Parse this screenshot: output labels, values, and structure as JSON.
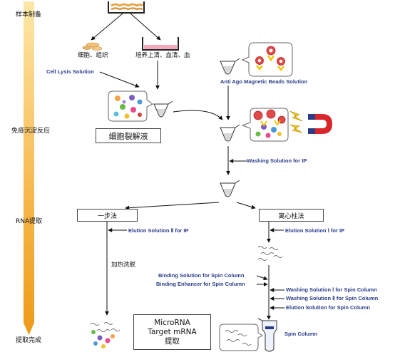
{
  "stages": {
    "sample_prep": "样本制备",
    "immunoprecipitation": "免疫沉淀反应",
    "rna_extraction": "RNA提取",
    "extraction_done": "提取完成"
  },
  "sources": {
    "cells_tissue": "细胞、组织",
    "culture_supernatant": "培养上清、血清、血"
  },
  "reagents": {
    "cell_lysis": "Cell Lysis Solution",
    "anti_ago_beads": "Anti Ago Magnetic Beads Solution",
    "washing_ip": "Washing Solution for IP",
    "elution_2_ip_left": "Elution Solution Ⅱ for IP",
    "elution_1_ip": "Elution Solution Ⅰ for IP",
    "binding_spin": "Binding Solution for Spin Column",
    "binding_enhancer_spin": "Binding Enhancer for Spin Column",
    "washing_1_spin": "Washing Solution Ⅰ for Spin Column",
    "washing_2_spin": "Washing Solution Ⅱ for Spin Column",
    "elution_spin": "Elution Solution for Spin Column",
    "spin_column": "Spin Column"
  },
  "boxes": {
    "cell_lysate": "细胞裂解液",
    "one_step": "一步法",
    "spin_method": "离心柱法",
    "final_line1": "MicroRNA",
    "final_line2": "Target mRNA",
    "final_line3": "提取"
  },
  "notes": {
    "heat_elution": "加热洗脱"
  },
  "colors": {
    "bar_top": "#fce4a0",
    "bar_bottom": "#f0a020",
    "arrow": "#111111",
    "reagent_text": "#2a3c8a",
    "magnet_red": "#d8262a",
    "lightning": "#f5c400"
  }
}
